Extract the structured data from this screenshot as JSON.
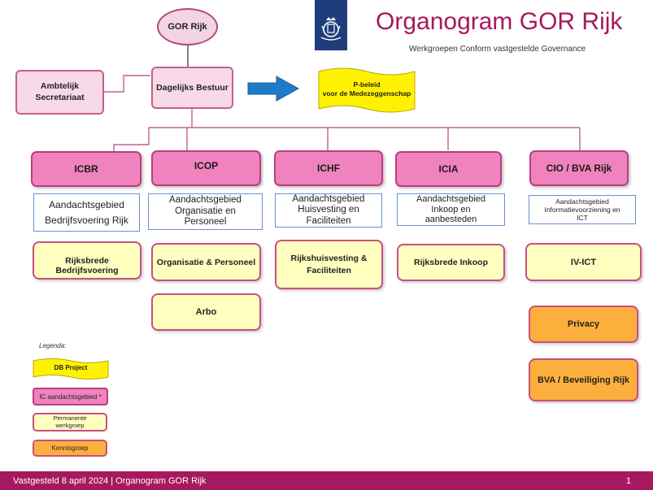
{
  "header": {
    "title": "Organogram GOR Rijk",
    "subtitle": "Werkgroepen Conform vastgestelde Governance"
  },
  "top": {
    "gor": "GOR Rijk",
    "dagelijks_bestuur": "Dagelijks Bestuur",
    "secretariaat_line1": "Ambtelijk",
    "secretariaat_line2": "Secretariaat",
    "pbeleid_line1": "P-beleid",
    "pbeleid_line2": "voor de Medezeggenschap"
  },
  "columns": [
    {
      "ic": "ICBR",
      "area": [
        "Aandachtsgebied",
        "Bedrijfsvoering Rijk"
      ],
      "groups": [
        "Rijksbrede Bedrijfsvoering"
      ]
    },
    {
      "ic": "ICOP",
      "area": [
        "Aandachtsgebied",
        "Organisatie en",
        "Personeel"
      ],
      "groups": [
        "Organisatie & Personeel",
        "Arbo"
      ]
    },
    {
      "ic": "ICHF",
      "area": [
        "Aandachtsgebied",
        "Huisvesting en",
        "Faciliteiten"
      ],
      "groups": [
        "Rijkshuisvesting &",
        "Faciliteiten"
      ]
    },
    {
      "ic": "ICIA",
      "area": [
        "Aandachtsgebied",
        "Inkoop en",
        "aanbesteden"
      ],
      "groups": [
        "Rijksbrede Inkoop"
      ]
    },
    {
      "ic": "CIO / BVA Rijk",
      "area": [
        "Aandachtsgebied",
        "Informatievoorziening en",
        "ICT"
      ],
      "groups": [
        "IV-ICT"
      ],
      "kennis": [
        "Privacy",
        "BVA / Beveiliging Rijk"
      ]
    }
  ],
  "legend": {
    "title": "Legenda:",
    "db_project": "DB Project",
    "ic": "IC aandachtsgebied *",
    "perm_line1": "Permanente",
    "perm_line2": "werkgroep",
    "kennis": "Kennisgroep"
  },
  "footer": {
    "left": "Vastgesteld 8 april 2024  | Organogram GOR Rijk",
    "page": "1"
  },
  "colors": {
    "brand": "#a6195f",
    "ic_pink": "#f083bd",
    "workgroup_yellow": "#ffffc0",
    "kennis_orange": "#fdaf3d",
    "arrow_blue": "#1f7ac8"
  }
}
